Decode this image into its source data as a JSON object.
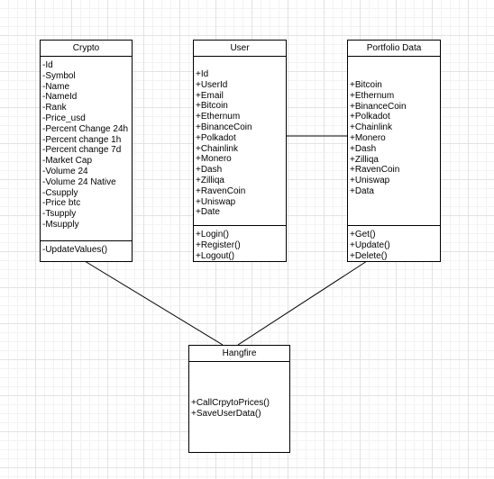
{
  "classes": {
    "crypto": {
      "name": "Crypto",
      "attributes": [
        "-Id",
        "-Symbol",
        "-Name",
        "-NameId",
        "-Rank",
        "-Price_usd",
        "-Percent Change 24h",
        "-Percent change 1h",
        "-Percent change 7d",
        "-Market Cap",
        "-Volume 24",
        "-Volume 24 Native",
        "-Csupply",
        "-Price btc",
        "-Tsupply",
        "-Msupply"
      ],
      "methods": [
        "-UpdateValues()"
      ]
    },
    "user": {
      "name": "User",
      "attributes": [
        "+Id",
        "+UserId",
        "+Email",
        "+Bitcoin",
        "+Ethernum",
        "+BinanceCoin",
        "+Polkadot",
        "+Chainlink",
        "+Monero",
        "+Dash",
        "+Zilliqa",
        "+RavenCoin",
        "+Uniswap",
        "+Date"
      ],
      "methods": [
        "+Login()",
        "+Register()",
        "+Logout()"
      ]
    },
    "portfolio": {
      "name": "Portfolio Data",
      "attributes": [
        "+Bitcoin",
        "+Ethernum",
        "+BinanceCoin",
        "+Polkadot",
        "+Chainlink",
        "+Monero",
        "+Dash",
        "+Zilliqa",
        "+RavenCoin",
        "+Uniswap",
        "+Data"
      ],
      "methods": [
        "+Get()",
        "+Update()",
        "+Delete()"
      ]
    },
    "hangfire": {
      "name": "Hangfire",
      "attributes": [],
      "methods": [
        "+CallCrpytoPrices()",
        "+SaveUserData()"
      ]
    }
  }
}
